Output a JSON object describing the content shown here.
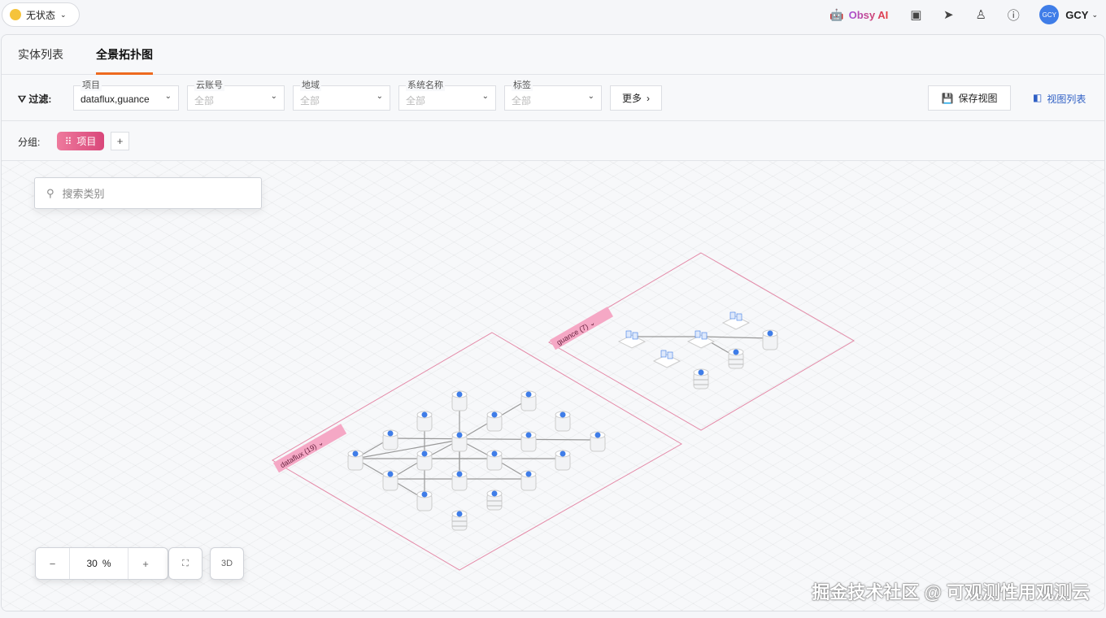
{
  "header": {
    "status_label": "无状态",
    "obsy": "Obsy AI",
    "avatar": "GCY",
    "user": "GCY"
  },
  "tabs": [
    {
      "label": "实体列表"
    },
    {
      "label": "全景拓扑图",
      "active": true
    }
  ],
  "filters": {
    "label": "过滤:",
    "items": [
      {
        "label": "项目",
        "value": "dataflux,guance"
      },
      {
        "label": "云账号",
        "placeholder": "全部"
      },
      {
        "label": "地域",
        "placeholder": "全部"
      },
      {
        "label": "系统名称",
        "placeholder": "全部"
      },
      {
        "label": "标签",
        "placeholder": "全部"
      }
    ],
    "more": "更多",
    "save_view": "保存视图",
    "view_list": "视图列表"
  },
  "group": {
    "label": "分组:",
    "tag": "项目"
  },
  "canvas": {
    "search_placeholder": "搜索类别",
    "groups": [
      {
        "name": "dataflux",
        "count": "(19)"
      },
      {
        "name": "guance",
        "count": "(7)"
      }
    ],
    "zoom": "30",
    "zoom_unit": "%"
  },
  "watermark": "掘金技术社区 @ 可观测性用观测云",
  "colors": {
    "accent": "#ee6a1f",
    "group_tag": "#f5a8c5",
    "link": "#2f5fc4"
  }
}
